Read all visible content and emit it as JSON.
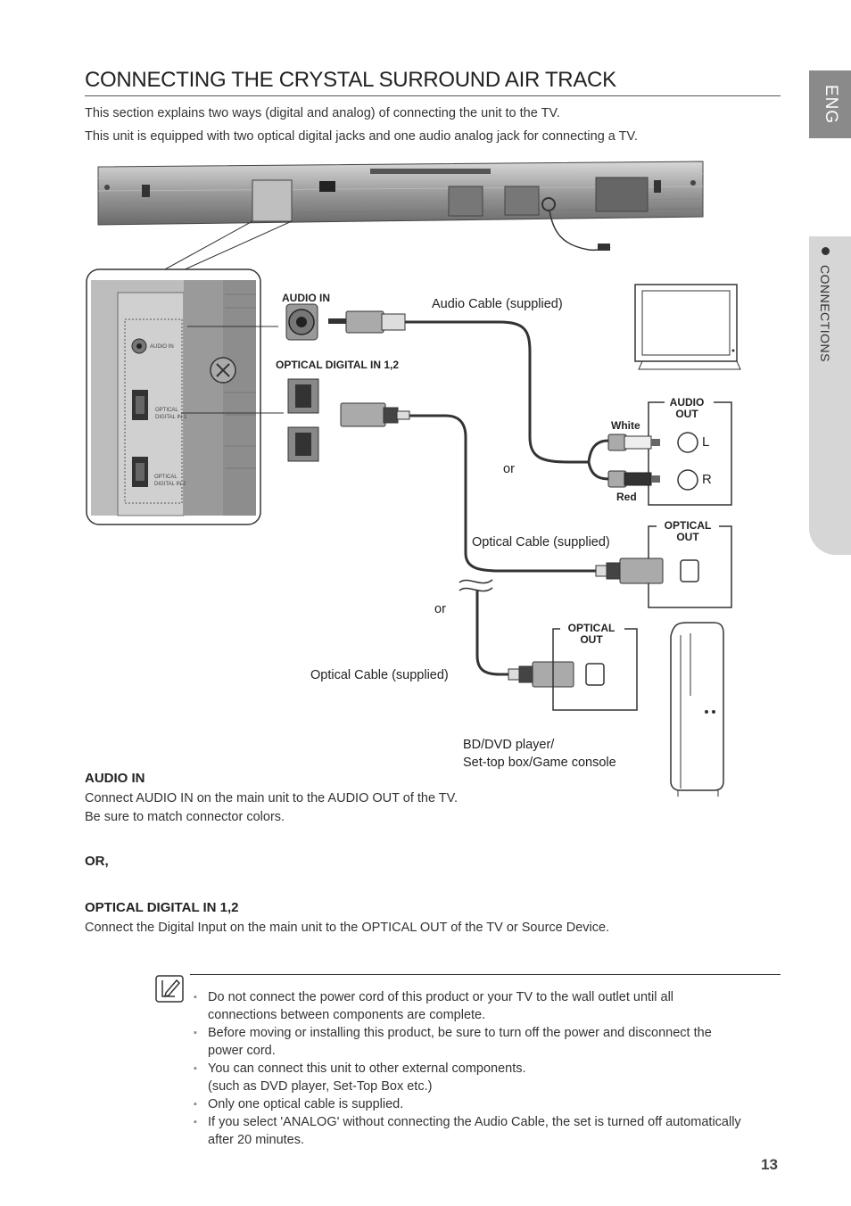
{
  "page": {
    "title": "CONNECTING THE CRYSTAL SURROUND AIR TRACK",
    "intro": [
      "This section explains two ways (digital and analog) of connecting the unit to the TV.",
      "This unit is equipped with two optical digital jacks and one audio analog jack for connecting a TV."
    ],
    "page_number": "13"
  },
  "side_tabs": {
    "language": "ENG",
    "section": "CONNECTIONS"
  },
  "diagram": {
    "audio_in_label": "AUDIO IN",
    "optical_in_label": "OPTICAL DIGITAL IN 1,2",
    "inset_audio_in": "AUDIO IN",
    "inset_optical_1": "OPTICAL DIGITAL IN 1",
    "inset_optical_2": "OPTICAL DIGITAL IN 2",
    "audio_cable": "Audio Cable (supplied)",
    "audio_out": [
      "AUDIO",
      "OUT"
    ],
    "white": "White",
    "red": "Red",
    "left": "L",
    "right": "R",
    "or_1": "or",
    "optical_out_tv": [
      "OPTICAL",
      "OUT"
    ],
    "optical_cable_1": "Optical Cable (supplied)",
    "or_2": "or",
    "optical_out_player": [
      "OPTICAL",
      "OUT"
    ],
    "optical_cable_2": "Optical Cable (supplied)",
    "player_label": [
      "BD/DVD player/",
      "Set-top box/Game console"
    ]
  },
  "sections": [
    {
      "heading": "AUDIO IN",
      "text": [
        "Connect AUDIO IN on the main unit to the AUDIO OUT of the TV.",
        "Be sure to match connector colors."
      ]
    },
    {
      "heading": "OR,"
    },
    {
      "heading": "OPTICAL DIGITAL IN 1,2",
      "text": [
        "Connect the Digital Input on the main unit to the OPTICAL OUT of the TV or Source Device."
      ]
    }
  ],
  "notes": [
    [
      "Do not connect the power cord of this product or your TV to the wall outlet until all",
      "connections between components are complete."
    ],
    [
      "Before moving or installing this product, be sure to turn off the power and disconnect the",
      "power cord."
    ],
    [
      "You can connect this unit to other external components.",
      "(such as DVD player, Set-Top Box etc.)"
    ],
    [
      "Only one optical cable is supplied."
    ],
    [
      "If you select 'ANALOG' without connecting the Audio Cable, the set is turned off automatically",
      "after 20 minutes."
    ]
  ]
}
